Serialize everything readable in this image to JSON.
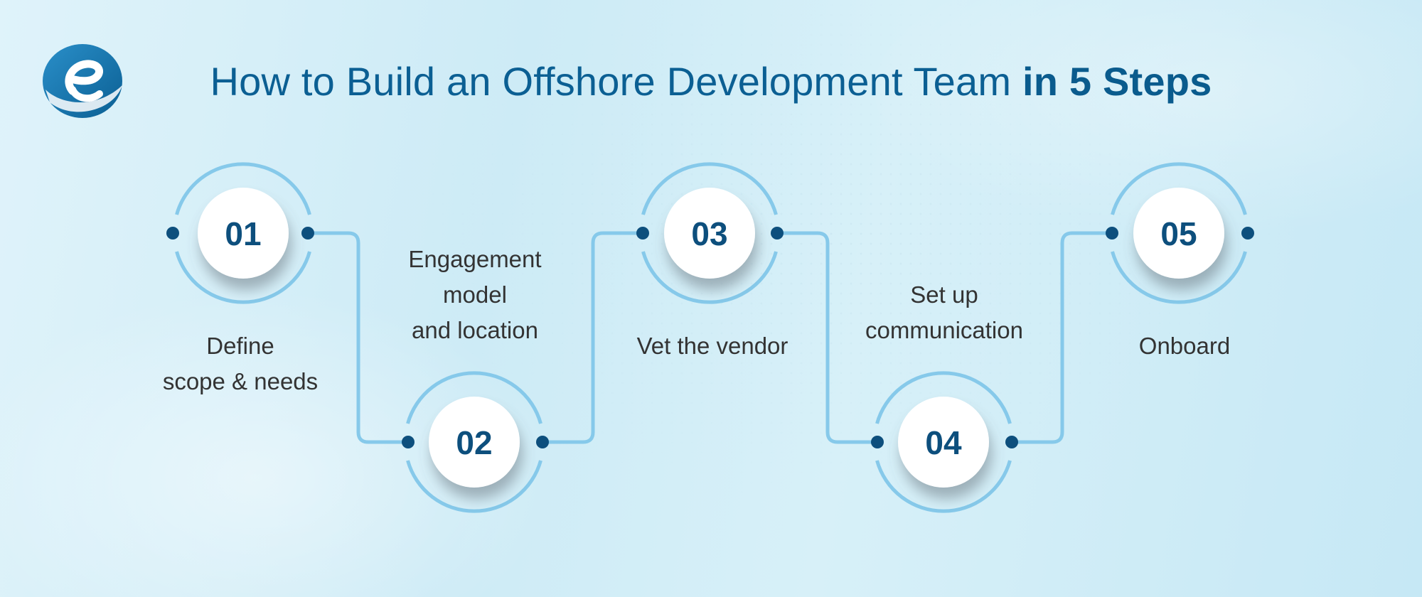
{
  "logo": {
    "icon": "letter-e-globe-icon",
    "accent": "#0b6fa8"
  },
  "title": {
    "regular": "How to Build an Offshore Development Team ",
    "bold": "in 5 Steps"
  },
  "colors": {
    "title": "#0b5f93",
    "connector": "#86c9ea",
    "node_dot": "#0d4f7d",
    "number": "#0d4f7d",
    "label": "#333333"
  },
  "steps": [
    {
      "number": "01",
      "lines": [
        "Define",
        "scope & needs"
      ]
    },
    {
      "number": "02",
      "lines": [
        "Engagement",
        "model",
        "and location"
      ]
    },
    {
      "number": "03",
      "lines": [
        "Vet the vendor"
      ]
    },
    {
      "number": "04",
      "lines": [
        "Set up",
        "communication"
      ]
    },
    {
      "number": "05",
      "lines": [
        "Onboard"
      ]
    }
  ]
}
